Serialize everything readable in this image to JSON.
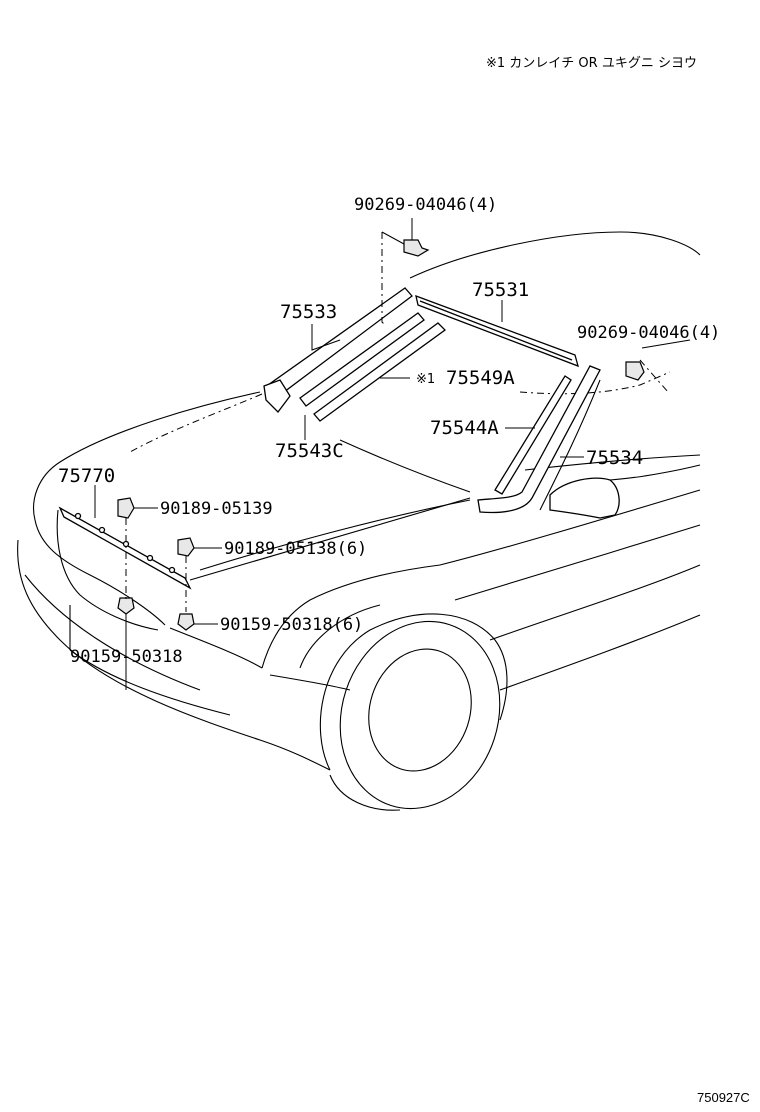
{
  "note": "※1 カンレイチ  OR  ユキグニ  シヨウ",
  "figure_id": "750927C",
  "callouts": {
    "c90269_top": "90269-04046(4)",
    "c75533": "75533",
    "c75531": "75531",
    "c90269_right": "90269-04046(4)",
    "c75549a_mark": "※1",
    "c75549a": "75549A",
    "c75544a": "75544A",
    "c75543c": "75543C",
    "c75534": "75534",
    "c75770": "75770",
    "c90189_05139": "90189-05139",
    "c90189_05138": "90189-05138(6)",
    "c90159_50318_6": "90159-50318(6)",
    "c90159_50318": "90159-50318"
  }
}
